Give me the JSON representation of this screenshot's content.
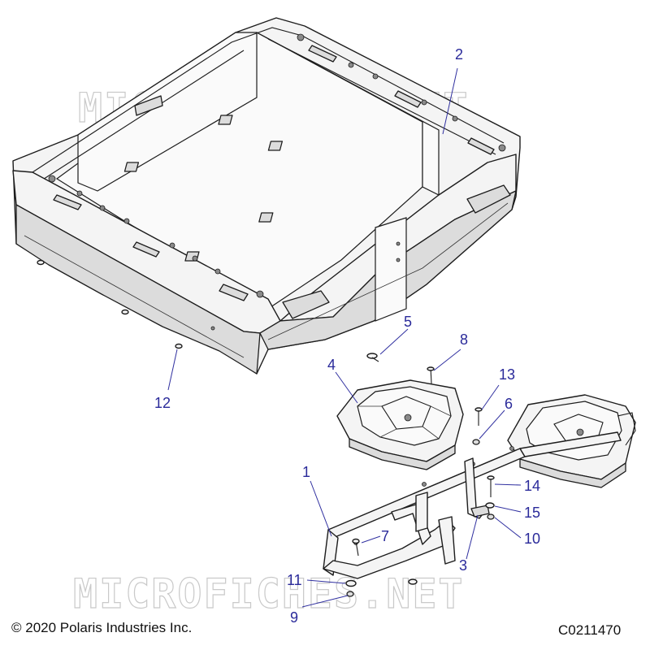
{
  "watermark": {
    "text": "MICROFICHES.NET"
  },
  "copyright": "© 2020 Polaris Industries Inc.",
  "figure_code": "C0211470",
  "callouts": [
    {
      "id": "1",
      "part": "rack-frame"
    },
    {
      "id": "2",
      "part": "cargo-box"
    },
    {
      "id": "3",
      "part": "mount-bracket"
    },
    {
      "id": "4",
      "part": "cargo-pad-left"
    },
    {
      "id": "5",
      "part": "screw"
    },
    {
      "id": "6",
      "part": "washer"
    },
    {
      "id": "7",
      "part": "bolt"
    },
    {
      "id": "8",
      "part": "bolt"
    },
    {
      "id": "9",
      "part": "nut"
    },
    {
      "id": "10",
      "part": "nut"
    },
    {
      "id": "11",
      "part": "washer"
    },
    {
      "id": "12",
      "part": "rivet"
    },
    {
      "id": "13",
      "part": "bolt"
    },
    {
      "id": "14",
      "part": "bolt"
    },
    {
      "id": "15",
      "part": "washer"
    }
  ]
}
